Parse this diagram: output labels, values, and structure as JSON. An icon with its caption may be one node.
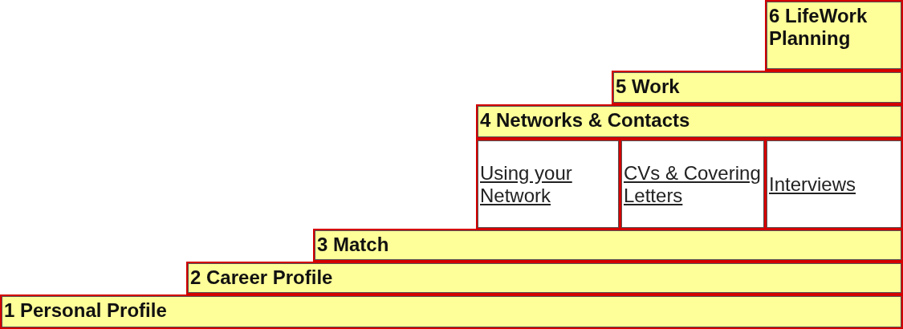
{
  "diagram": {
    "nodes": [
      {
        "text": [
          "6 LifeWork Planning"
        ]
      },
      {
        "text": [
          "5 Work"
        ]
      },
      {
        "text": [
          "4 Networks & Contacts"
        ]
      },
      {
        "text": [
          "Using your Network"
        ]
      },
      {
        "text": [
          "CVs & Covering Letters"
        ]
      },
      {
        "text": [
          "Interviews"
        ]
      },
      {
        "text": [
          "3 Match"
        ]
      },
      {
        "text": [
          "2 Career Profile"
        ]
      },
      {
        "text": [
          "1 Personal Profile"
        ]
      }
    ]
  }
}
